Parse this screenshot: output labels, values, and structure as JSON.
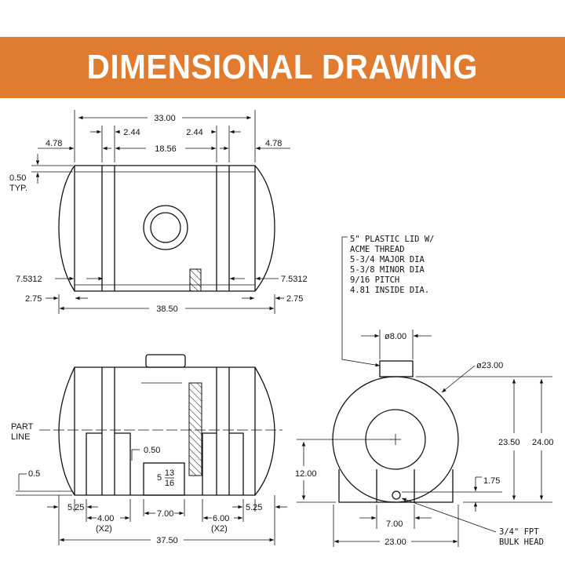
{
  "header": {
    "title": "DIMENSIONAL DRAWING"
  },
  "top_view": {
    "dims": {
      "overall_top": "33.00",
      "inner_left": "2.44",
      "inner_right": "2.44",
      "center": "18.56",
      "end_left": "4.78",
      "end_right": "4.78",
      "wall_val": "0.50",
      "wall_typ": "TYP.",
      "band_left": "7.5312",
      "band_right": "7.5312",
      "foot_left": "2.75",
      "foot_right": "2.75",
      "overall_bottom": "38.50"
    }
  },
  "side_view": {
    "part_line": [
      "PART",
      "LINE"
    ],
    "dims": {
      "base": "0.5",
      "leg_gap": "0.50",
      "outlet_whole": "5",
      "outlet_num": "13",
      "outlet_den": "16",
      "left_end": "5.25",
      "right_end": "5.25",
      "saddle_left": "4.00",
      "saddle_left_qty": "(X2)",
      "center_gap": "7.00",
      "saddle_right": "6.00",
      "saddle_right_qty": "(X2)",
      "overall": "37.50"
    }
  },
  "end_view": {
    "lid_note": [
      "5\" PLASTIC LID W/",
      "ACME THREAD",
      "5-3/4 MAJOR DIA",
      "5-3/8 MINOR DIA",
      "9/16 PITCH",
      "4.81 INSIDE DIA."
    ],
    "dims": {
      "lid_dia": "ø8.00",
      "tank_dia": "ø23.00",
      "height_inner": "23.50",
      "height_outer": "24.00",
      "center_height": "12.00",
      "fitting_height": "1.75",
      "base_gap": "7.00",
      "base_width": "23.00"
    },
    "fitting_note": [
      "3/4\" FPT",
      "BULK HEAD"
    ]
  }
}
